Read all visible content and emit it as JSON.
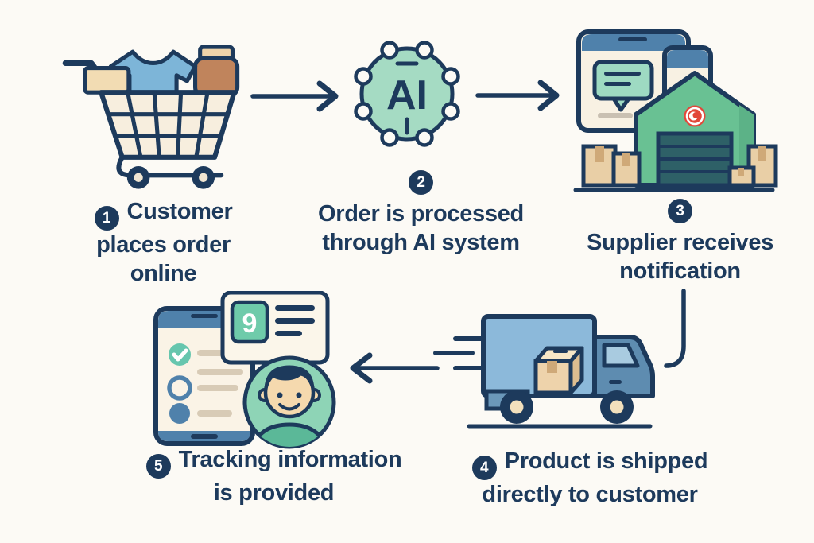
{
  "diagram": {
    "type": "process-flow",
    "description": "Five step dropshipping order flow",
    "flow_order": [
      "1 to 2",
      "2 to 3",
      "3 to 4",
      "4 to 5"
    ]
  },
  "steps": {
    "s1": {
      "num": "1",
      "icon": "shopping-cart",
      "lines": [
        "Customer",
        "places order",
        "online"
      ]
    },
    "s2": {
      "num": "2",
      "icon": "ai-chip",
      "lines": [
        "Order is processed",
        "through AI system"
      ]
    },
    "s3": {
      "num": "3",
      "icon": "warehouse-notification",
      "lines": [
        "Supplier receives",
        "notification"
      ]
    },
    "s4": {
      "num": "4",
      "icon": "delivery-truck",
      "lines": [
        "Product is shipped",
        "directly to customer"
      ]
    },
    "s5": {
      "num": "5",
      "icon": "phone-tracking",
      "lines": [
        "Tracking information",
        "is provided"
      ]
    }
  },
  "ai_chip_label": "AI",
  "tracking_card_number": "9",
  "colors": {
    "text_navy": "#1d3a5c",
    "background": "#fcfaf5",
    "ai_mint": "#a5dbc3",
    "warehouse_green": "#69c193",
    "badge_red": "#e2473a",
    "truck_blue": "#8cb9da",
    "cab_blue": "#5e8cb0",
    "cream": "#f8f1e3",
    "tan_box": "#e9cfa6",
    "door_teal": "#2e6067",
    "avatar_green": "#8ed4b6",
    "check_teal": "#66c6ae",
    "phone_bar_blue": "#4f81ab"
  }
}
